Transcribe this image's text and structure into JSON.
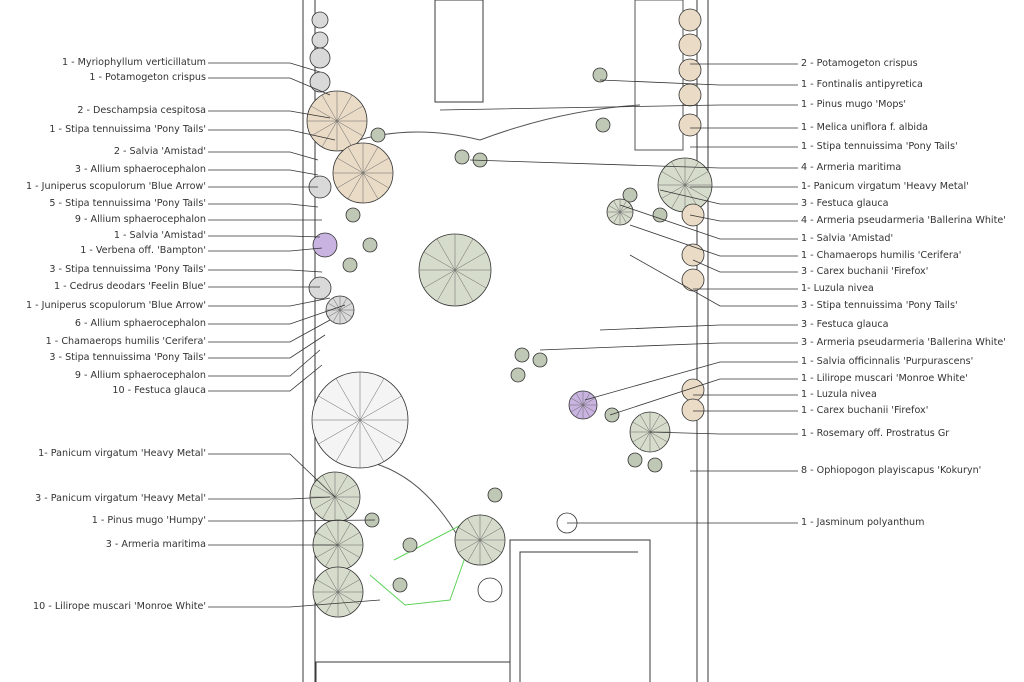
{
  "plan": {
    "colors": {
      "line": "#3a3a3a",
      "hedge": "#5fd35a",
      "tan": "#eadbc6",
      "sage": "#d6dccb",
      "grey": "#d9d9d9",
      "lilac": "#c9b3e0",
      "blue": "#cfe6ee"
    },
    "left_labels": [
      "1 - Myriophyllum verticillatum",
      "1 - Potamogeton crispus",
      "2 - Deschampsia cespitosa",
      "1 - Stipa tennuissima 'Pony Tails'",
      "2 - Salvia 'Amistad'",
      "3 - Allium sphaerocephalon",
      "1 - Juniperus scopulorum 'Blue Arrow'",
      "5 - Stipa tennuissima 'Pony Tails'",
      "9 - Allium sphaerocephalon",
      "1 - Salvia 'Amistad'",
      "1 - Verbena off. 'Bampton'",
      "3 - Stipa tennuissima 'Pony Tails'",
      "1 - Cedrus deodars 'Feelin Blue'",
      "1 - Juniperus scopulorum 'Blue Arrow'",
      "6 - Allium sphaerocephalon",
      "1 - Chamaerops humilis 'Cerifera'",
      "3 - Stipa tennuissima 'Pony Tails'",
      "9 - Allium sphaerocephalon",
      "10 - Festuca glauca",
      "1- Panicum virgatum 'Heavy Metal'",
      "3 - Panicum virgatum 'Heavy Metal'",
      "1 - Pinus mugo 'Humpy'",
      "3 - Armeria maritima",
      "10 - Lilirope muscari 'Monroe White'"
    ],
    "right_labels": [
      "2 - Potamogeton crispus",
      "1 - Fontinalis antipyretica",
      "1 - Pinus mugo 'Mops'",
      "1 - Melica uniflora f. albida",
      "1 - Stipa tennuissima 'Pony Tails'",
      "4 - Armeria maritima",
      "1- Panicum virgatum 'Heavy Metal'",
      "3 - Festuca glauca",
      "4 - Armeria pseudarmeria 'Ballerina White'",
      "1 - Salvia 'Amistad'",
      "1 - Chamaerops humilis 'Cerifera'",
      "3 - Carex buchanii 'Firefox'",
      "1- Luzula nivea",
      "3 - Stipa tennuissima 'Pony Tails'",
      "3 - Festuca glauca",
      "3 - Armeria pseudarmeria 'Ballerina White'",
      "1 - Salvia officinnalis 'Purpurascens'",
      "1 - Lilirope muscari 'Monroe White'",
      "1 - Luzula nivea",
      "1 - Carex buchanii 'Firefox'",
      "1 - Rosemary off. Prostratus Gr",
      "8 - Ophiopogon playiscapus 'Kokuryn'",
      "1 - Jasminum polyanthum"
    ]
  }
}
